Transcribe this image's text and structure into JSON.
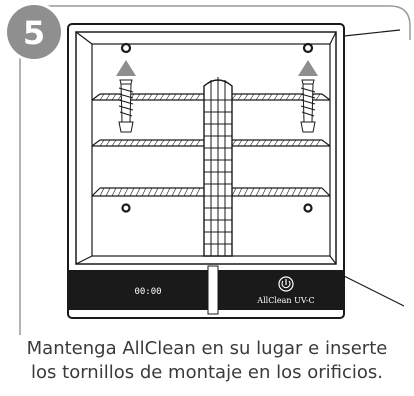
{
  "step": {
    "number": "5"
  },
  "appliance": {
    "display_time": "00:00",
    "brand_label": "AllClean UV-C"
  },
  "caption": {
    "line1": "Mantenga AllClean en su lugar e inserte",
    "line2": "los tornillos de montaje en los orificios."
  },
  "icons": [
    "power-icon",
    "arrow-up-icon",
    "screw-icon",
    "mounting-hole-icon"
  ]
}
